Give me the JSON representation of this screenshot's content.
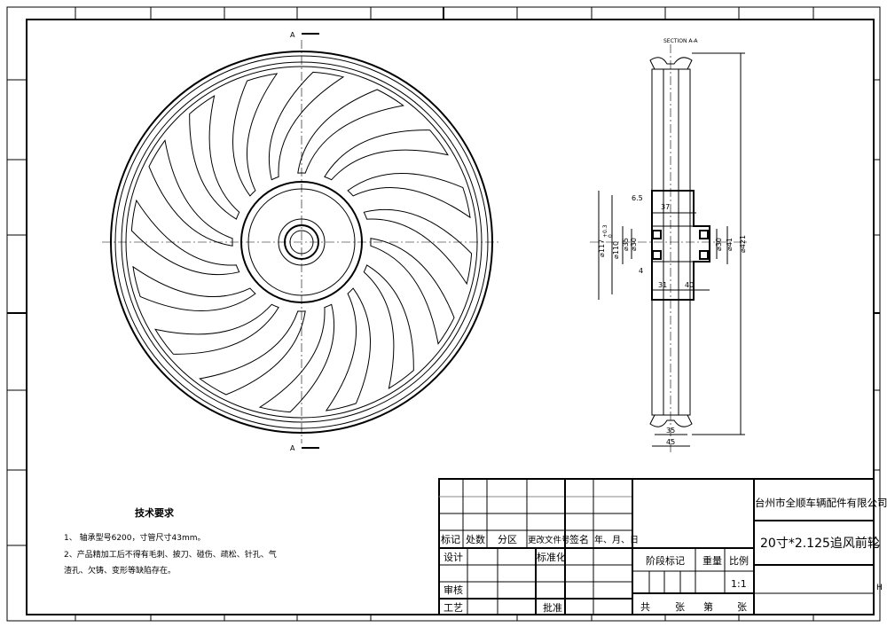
{
  "drawing": {
    "section_label": "SECTION A-A",
    "cut_marks": [
      "A",
      "A"
    ],
    "dimensions": {
      "d117": "⌀117",
      "tol": "+0.3",
      "tol0": "0",
      "d110": "⌀110",
      "d35": "⌀35",
      "d30a": "⌀30",
      "d30b": "⌀30",
      "d41": "⌀41",
      "d421": "⌀421",
      "w65": "6.5",
      "w37": "37",
      "w4": "4",
      "w31": "31",
      "w40": "40",
      "w35": "35",
      "w45": "45"
    },
    "spoke_count": 16
  },
  "requirements": {
    "title": "技术要求",
    "line1": "1、 轴承型号6200，寸管尺寸43mm。",
    "line2": "2、产品精加工后不得有毛刺、披刀、碰伤、疏松、针孔、气",
    "line3": "渣孔、欠铸、变形等缺陷存在。"
  },
  "title_block": {
    "company": "台州市全顺车辆配件有限公司",
    "part_name": "20寸*2.125追风前轮",
    "rev_headers": [
      "标记",
      "处数",
      "分区",
      "更改文件号",
      "签名",
      "年、月、日"
    ],
    "design": "设计",
    "standardize": "标准化",
    "review": "审核",
    "process": "工艺",
    "approve": "批准",
    "stage_mark": "阶段标记",
    "weight": "重量",
    "scale_label": "比例",
    "scale": "1:1",
    "total": "共",
    "sheets": "张",
    "sheet_no": "第",
    "sheets2": "张",
    "zone_letter": "H"
  }
}
